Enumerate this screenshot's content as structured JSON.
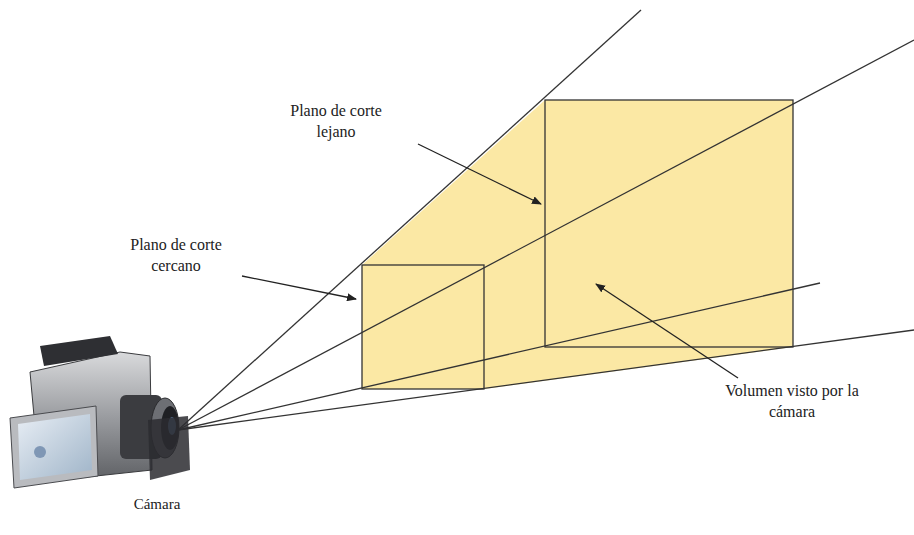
{
  "diagram": {
    "labels": [
      "Plano de corte lejano",
      "Plano de corte cercano",
      "Volumen visto por la cámara",
      "Cámara"
    ]
  }
}
